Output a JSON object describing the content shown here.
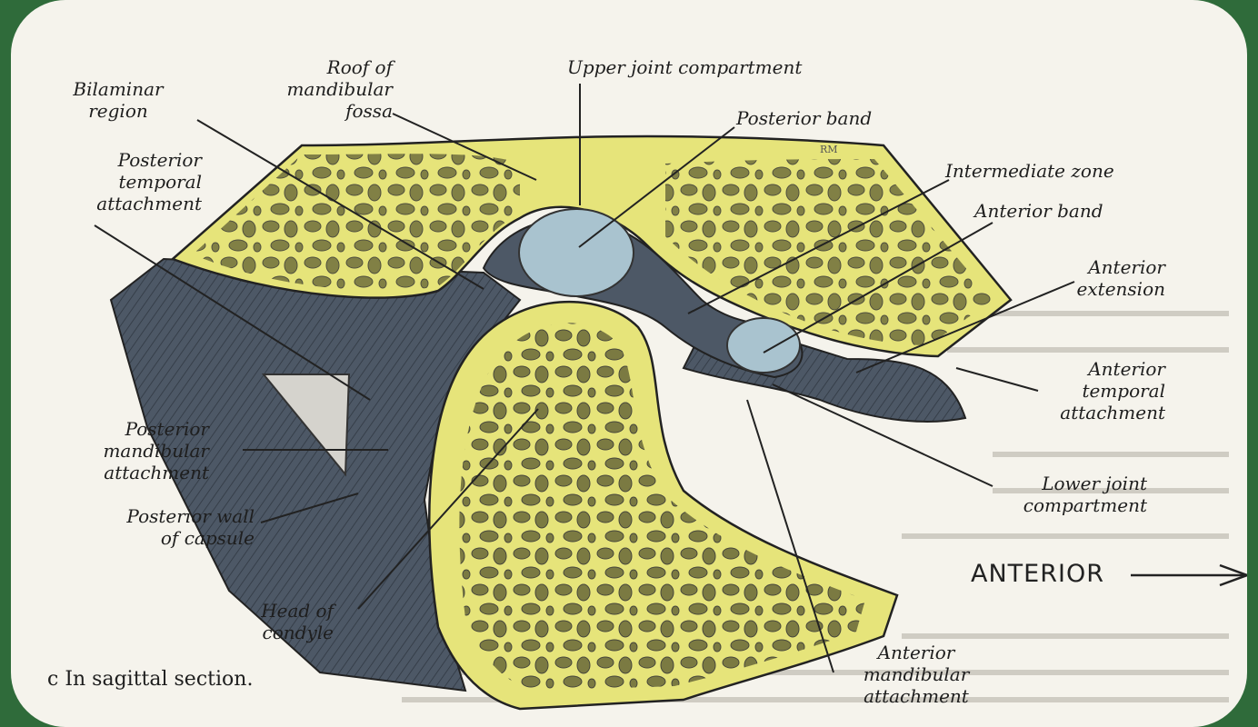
{
  "labels": {
    "roof": "Roof of\nmandibular\nfossa",
    "bilaminar": "Bilaminar\nregion",
    "upper_joint": "Upper joint compartment",
    "posterior_band": "Posterior band",
    "intermediate_zone": "Intermediate zone",
    "anterior_band": "Anterior band",
    "posterior_temporal": "Posterior\ntemporal\nattachment",
    "anterior_extension": "Anterior\nextension",
    "anterior_temporal": "Anterior\ntemporal\nattachment",
    "lower_joint": "Lower joint\ncompartment",
    "posterior_mandibular": "Posterior\nmandibular\nattachment",
    "posterior_wall": "Posterior wall\nof capsule",
    "head_condyle": "Head of\ncondyle",
    "anterior_mandibular": "Anterior\nmandibular\nattachment",
    "artist_mark": "RM"
  },
  "direction": "ANTERIOR",
  "caption": "c In sagittal section.",
  "colors": {
    "bone": "#e6e47a",
    "marrow": "#6f6e3c",
    "disc": "#a9c3cf",
    "tissue": "#4d5866",
    "background": "#2f6b3a",
    "paper": "#f5f3ec"
  }
}
